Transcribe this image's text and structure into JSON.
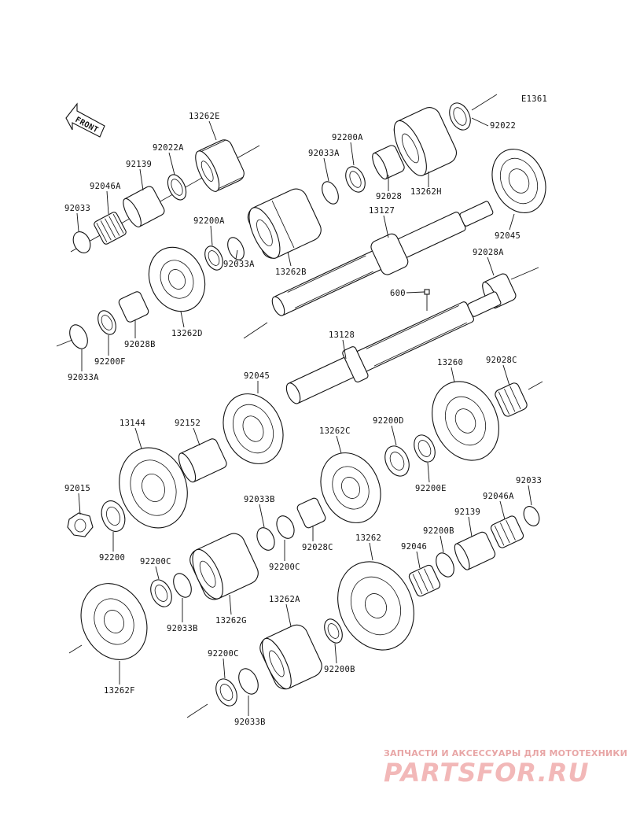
{
  "diagram_code": "E1361",
  "front_label": "FRONT",
  "watermark": {
    "line1": "ЗАПЧАСТИ И АКСЕССУАРЫ ДЛЯ МОТОТЕХНИКИ",
    "line2": "PARTSFOR.RU"
  },
  "part_labels": [
    "13262E",
    "92022A",
    "92139",
    "92046A",
    "92033",
    "92200A",
    "92033A",
    "92028",
    "13262H",
    "92022",
    "13127",
    "92045",
    "13262B",
    "92200A",
    "92033A",
    "13262D",
    "92028B",
    "92200F",
    "92033A",
    "92028A",
    "600",
    "13128",
    "13260",
    "92028C",
    "92045",
    "92152",
    "13144",
    "92200D",
    "13262C",
    "92200E",
    "92015",
    "92200",
    "92033B",
    "92028C",
    "92200C",
    "92033",
    "92046A",
    "92139",
    "92200B",
    "92046",
    "13262",
    "92200C",
    "92033B",
    "13262G",
    "13262A",
    "92200B",
    "13262F",
    "92200C",
    "92033B"
  ]
}
